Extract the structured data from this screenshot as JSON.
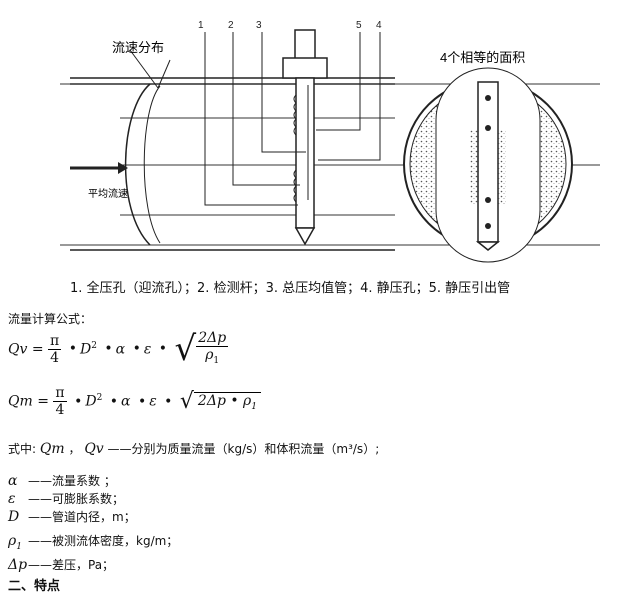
{
  "diagram": {
    "label_flow_distribution": "流速分布",
    "label_average_velocity": "平均流速",
    "label_equal_areas": "4个相等的面积",
    "callouts": [
      "1",
      "2",
      "3",
      "5",
      "4"
    ]
  },
  "caption": "1. 全压孔（迎流孔）；2. 检测杆；3. 总压均值管；4. 静压孔；5. 静压引出管",
  "formula_heading": "流量计算公式：",
  "formula_qv": {
    "lhs": "Qv",
    "pi_num": "π",
    "pi_den": "4",
    "d2": "D",
    "exp": "2",
    "alpha": "α",
    "eps": "ε",
    "num": "2Δp",
    "den": "ρ",
    "den_sub": "1"
  },
  "formula_qm": {
    "lhs": "Qm",
    "pi_num": "π",
    "pi_den": "4",
    "d2": "D",
    "exp": "2",
    "alpha": "α",
    "eps": "ε",
    "rad": "2Δp • ρ",
    "rad_sub": "1"
  },
  "where_line": {
    "prefix": "式中:",
    "qm": "Qm",
    "sep": "，",
    "qv": "Qv",
    "text": "——分别为质量流量（kg/s）和体积流量（m³/s）;"
  },
  "variables": [
    {
      "symbol": "α",
      "sub": "",
      "desc": "——流量系数 ；"
    },
    {
      "symbol": "ε",
      "sub": "",
      "desc": "——可膨胀系数；"
    },
    {
      "symbol": "D",
      "sub": "",
      "desc": "——管道内径，m；"
    },
    {
      "symbol": "ρ",
      "sub": "1",
      "desc": "——被测流体密度，kg/m；"
    },
    {
      "symbol": "Δp",
      "sub": "",
      "desc": "——差压，Pa；"
    }
  ],
  "section_cut": "二、特点"
}
